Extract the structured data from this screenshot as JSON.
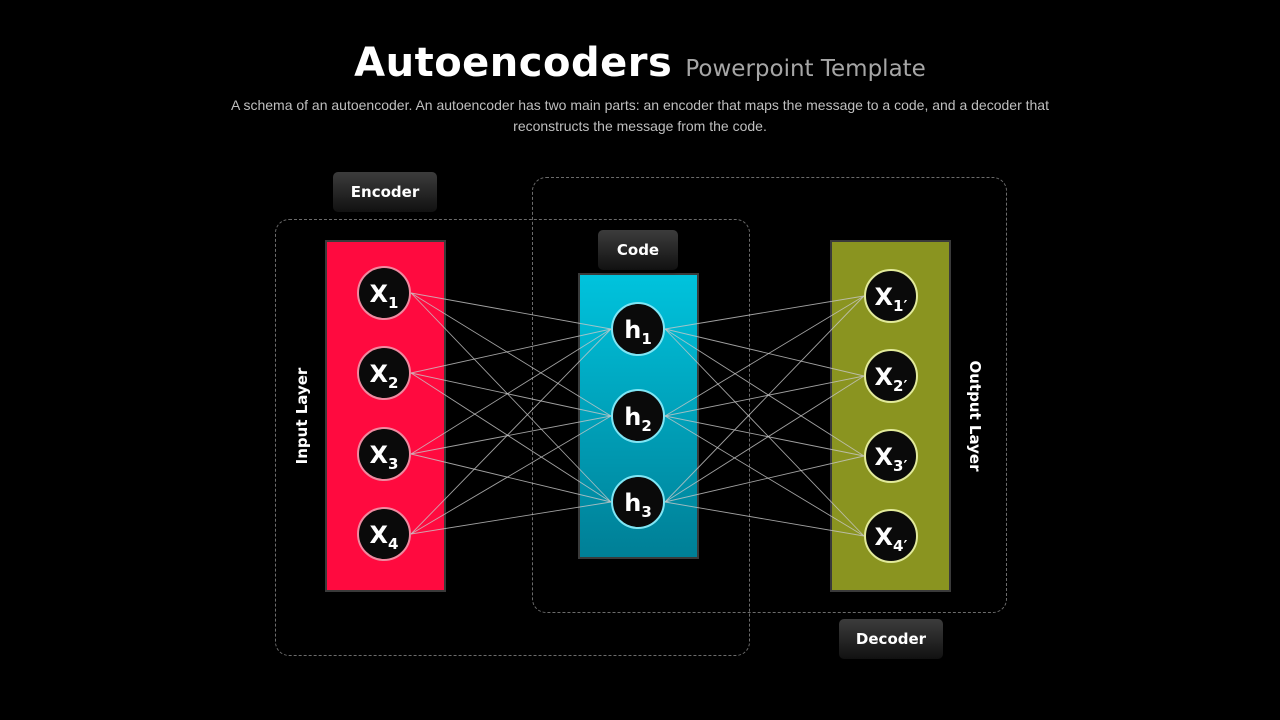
{
  "title": "Autoencoders",
  "subtitle": "Powerpoint Template",
  "description_line1": "A schema of an autoencoder. An autoencoder has two main parts: an encoder that maps the message to a code, and a decoder that",
  "description_line2": "reconstructs the message from the code.",
  "tags": {
    "encoder": "Encoder",
    "code": "Code",
    "decoder": "Decoder"
  },
  "side_labels": {
    "input": "Input Layer",
    "output": "Output Layer"
  },
  "input_nodes": [
    {
      "base": "X",
      "sub": "1"
    },
    {
      "base": "X",
      "sub": "2"
    },
    {
      "base": "X",
      "sub": "3"
    },
    {
      "base": "X",
      "sub": "4"
    }
  ],
  "code_nodes": [
    {
      "base": "h",
      "sub": "1"
    },
    {
      "base": "h",
      "sub": "2"
    },
    {
      "base": "h",
      "sub": "3"
    }
  ],
  "output_nodes": [
    {
      "base": "X",
      "sub": "1′"
    },
    {
      "base": "X",
      "sub": "2′"
    },
    {
      "base": "X",
      "sub": "3′"
    },
    {
      "base": "X",
      "sub": "4′"
    }
  ],
  "colors": {
    "input_layer": "#ff0a3f",
    "code_layer_top": "#00c3dd",
    "code_layer_bottom": "#007f96",
    "output_layer": "#8a9420",
    "input_node_border": "#f08aa0",
    "code_node_border": "#7fe6f5",
    "output_node_border": "#e2ea9a",
    "link": "#c8c8c8"
  }
}
